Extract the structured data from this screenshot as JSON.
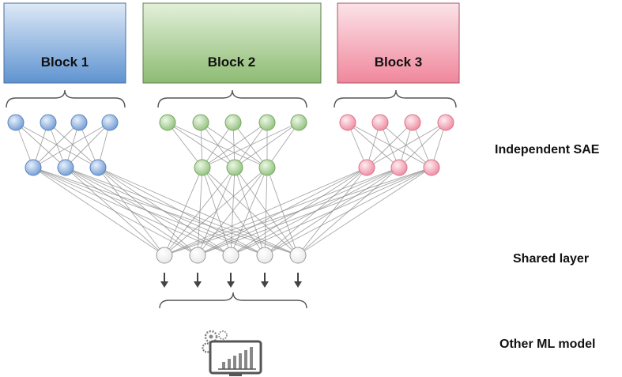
{
  "blocks": [
    {
      "label": "Block 1",
      "color_top": "#dde9f7",
      "color_bottom": "#5f93d0",
      "border": "#4a6f9a"
    },
    {
      "label": "Block 2",
      "color_top": "#e3f0da",
      "color_bottom": "#8dbb72",
      "border": "#5f7f4d"
    },
    {
      "label": "Block 3",
      "color_top": "#fbe3e8",
      "color_bottom": "#f0879c",
      "border": "#a55566"
    }
  ],
  "layers": {
    "independent_sae": "Independent SAE",
    "shared_layer": "Shared layer",
    "other_ml_model": "Other ML model"
  },
  "node_colors": {
    "blue": "#7fa9dd",
    "green": "#9fcc8a",
    "pink": "#f39aac",
    "shared": "#ffffff"
  },
  "model_icon": "monitor-chart-gear-icon"
}
